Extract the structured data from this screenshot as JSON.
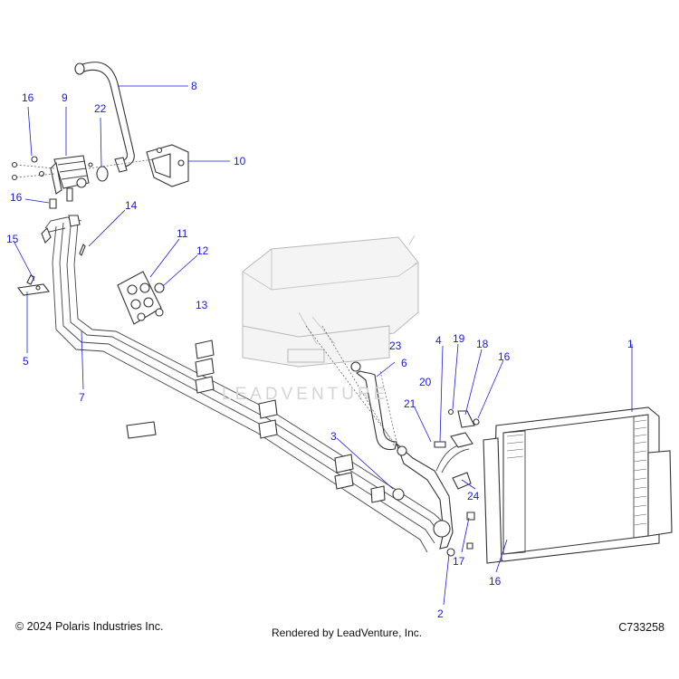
{
  "diagram": {
    "callouts": [
      "1",
      "2",
      "3",
      "4",
      "5",
      "6",
      "7",
      "8",
      "9",
      "10",
      "11",
      "12",
      "13",
      "14",
      "15",
      "16",
      "16",
      "16",
      "16",
      "16",
      "17",
      "18",
      "19",
      "20",
      "21",
      "22",
      "23",
      "24"
    ],
    "watermark": "LEADVENTURE"
  },
  "footer": {
    "copyright": "© 2024 Polaris Industries Inc.",
    "rendered_by": "Rendered by LeadVenture, Inc.",
    "diagram_code": "C733258"
  },
  "colors": {
    "callout": "#1a1adc",
    "line_art": "#333333",
    "ghost_part": "#b8b8b8"
  }
}
